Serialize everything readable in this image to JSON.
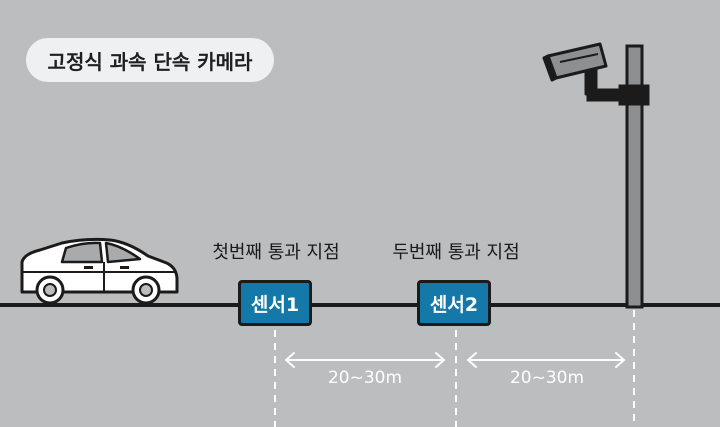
{
  "title": "고정식 과속 단속 카메라",
  "points": [
    {
      "label": "첫번째 통과 지점",
      "sensor": "센서1"
    },
    {
      "label": "두번째 통과 지점",
      "sensor": "센서2"
    }
  ],
  "distances": [
    {
      "label": "20~30m"
    },
    {
      "label": "20~30m"
    }
  ],
  "icons": [
    "car-icon",
    "camera-icon",
    "pole-icon"
  ],
  "colors": {
    "background": "#bcbdbf",
    "sensor": "#1479a8",
    "pill": "#eef0f2"
  }
}
